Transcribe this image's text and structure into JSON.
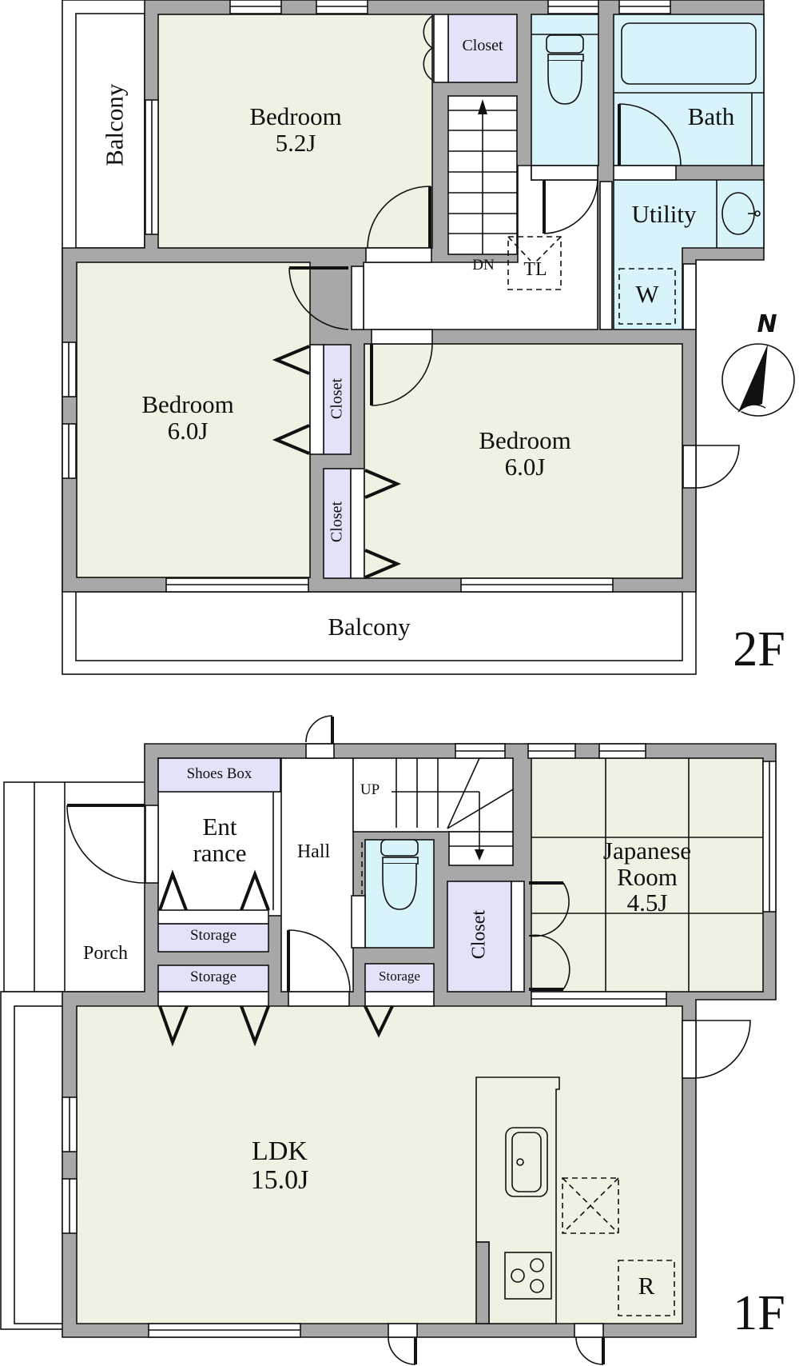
{
  "colors": {
    "wall": "#a8a8a8",
    "room_fill": "#f0f0e3",
    "wet_fill": "#d8f3fa",
    "storage_fill": "#e2e2f8",
    "line": "#111111",
    "background": "#ffffff"
  },
  "floors": {
    "second": {
      "label": "2F",
      "rooms": {
        "bedroom_nw": {
          "name": "Bedroom",
          "size": "5.2J"
        },
        "bedroom_w": {
          "name": "Bedroom",
          "size": "6.0J"
        },
        "bedroom_e": {
          "name": "Bedroom",
          "size": "6.0J"
        },
        "balcony_west": {
          "name": "Balcony"
        },
        "balcony_south": {
          "name": "Balcony"
        },
        "closet_top": {
          "name": "Closet"
        },
        "closet_mid_upper": {
          "name": "Closet"
        },
        "closet_mid_lower": {
          "name": "Closet"
        },
        "bath": {
          "name": "Bath"
        },
        "utility": {
          "name": "Utility"
        },
        "washer": {
          "name": "W"
        },
        "stairs_dn": {
          "name": "DN"
        },
        "toilet_tl": {
          "name": "TL"
        }
      },
      "compass": {
        "label": "N"
      }
    },
    "first": {
      "label": "1F",
      "rooms": {
        "ldk": {
          "name": "LDK",
          "size": "15.0J"
        },
        "japanese_room": {
          "name": "Japanese\nRoom",
          "line1": "Japanese",
          "line2": "Room",
          "size": "4.5J"
        },
        "entrance": {
          "line1": "Ent",
          "line2": "rance"
        },
        "hall": {
          "name": "Hall"
        },
        "porch": {
          "name": "Porch"
        },
        "shoes_box": {
          "name": "Shoes Box"
        },
        "storage_1": {
          "name": "Storage"
        },
        "storage_2": {
          "name": "Storage"
        },
        "storage_3": {
          "name": "Storage"
        },
        "closet": {
          "name": "Closet"
        },
        "stairs_up": {
          "name": "UP"
        },
        "refrigerator": {
          "name": "R"
        }
      }
    }
  }
}
